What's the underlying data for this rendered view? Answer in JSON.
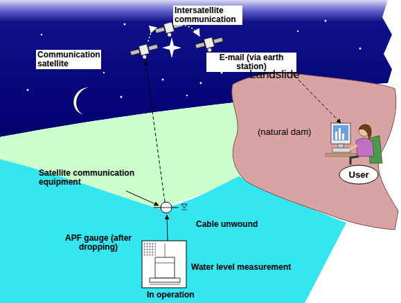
{
  "diagram": {
    "nodes": [
      {
        "text": [
          "User"
        ]
      }
    ],
    "labels": [
      "Intersatellite communication",
      "Communication satellite",
      "E-mail (via earth station)",
      "Landslide",
      "(natural dam)",
      "Satellite communication equipment",
      "Cable unwound",
      "APF gauge (after dropping)",
      "Water level measurement",
      "In operation"
    ]
  }
}
